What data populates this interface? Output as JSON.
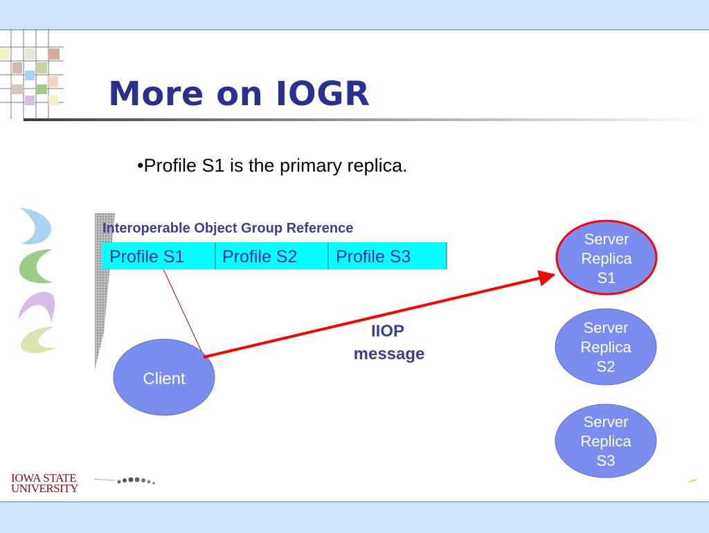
{
  "slide": {
    "title": "More on IOGR",
    "bullet": "•Profile S1 is the primary replica."
  },
  "diagram": {
    "iogr_label": "Interoperable Object Group Reference",
    "profiles": [
      "Profile S1",
      "Profile S2",
      "Profile S3"
    ],
    "client_label": "Client",
    "message_line1": "IIOP",
    "message_line2": "message",
    "replicas": [
      {
        "line1": "Server",
        "line2": "Replica",
        "line3": "S1",
        "primary": true
      },
      {
        "line1": "Server",
        "line2": "Replica",
        "line3": "S2",
        "primary": false
      },
      {
        "line1": "Server",
        "line2": "Replica",
        "line3": "S3",
        "primary": false
      }
    ]
  },
  "logo": {
    "line1": "IOWA STATE",
    "line2": "UNIVERSITY"
  },
  "colors": {
    "band": "#cce5fb",
    "title": "#2b2f8f",
    "profile_bar": "#00ffff",
    "node_fill": "#7b8ef0",
    "arrow": "#ff0000",
    "logo": "#8b0a14"
  }
}
